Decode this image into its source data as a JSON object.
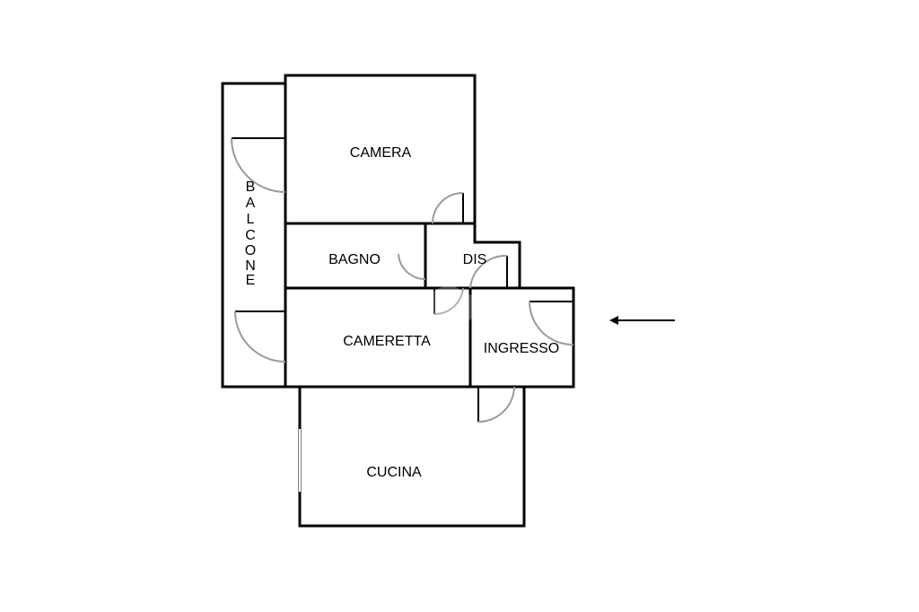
{
  "rooms": {
    "camera": "CAMERA",
    "bagno": "BAGNO",
    "dis": "DIS",
    "cameretta": "CAMERETTA",
    "ingresso": "INGRESSO",
    "cucina": "CUCINA",
    "balcone_letters": [
      "B",
      "A",
      "L",
      "C",
      "O",
      "N",
      "E"
    ]
  },
  "colors": {
    "bedroom": "#ffd1dc",
    "bathroom": "#d6e9fb",
    "hall": "#d9d9d9",
    "kitchen": "#ffcc00",
    "balcony": "#b87300"
  },
  "entrance_marker": "arrow-left-icon"
}
